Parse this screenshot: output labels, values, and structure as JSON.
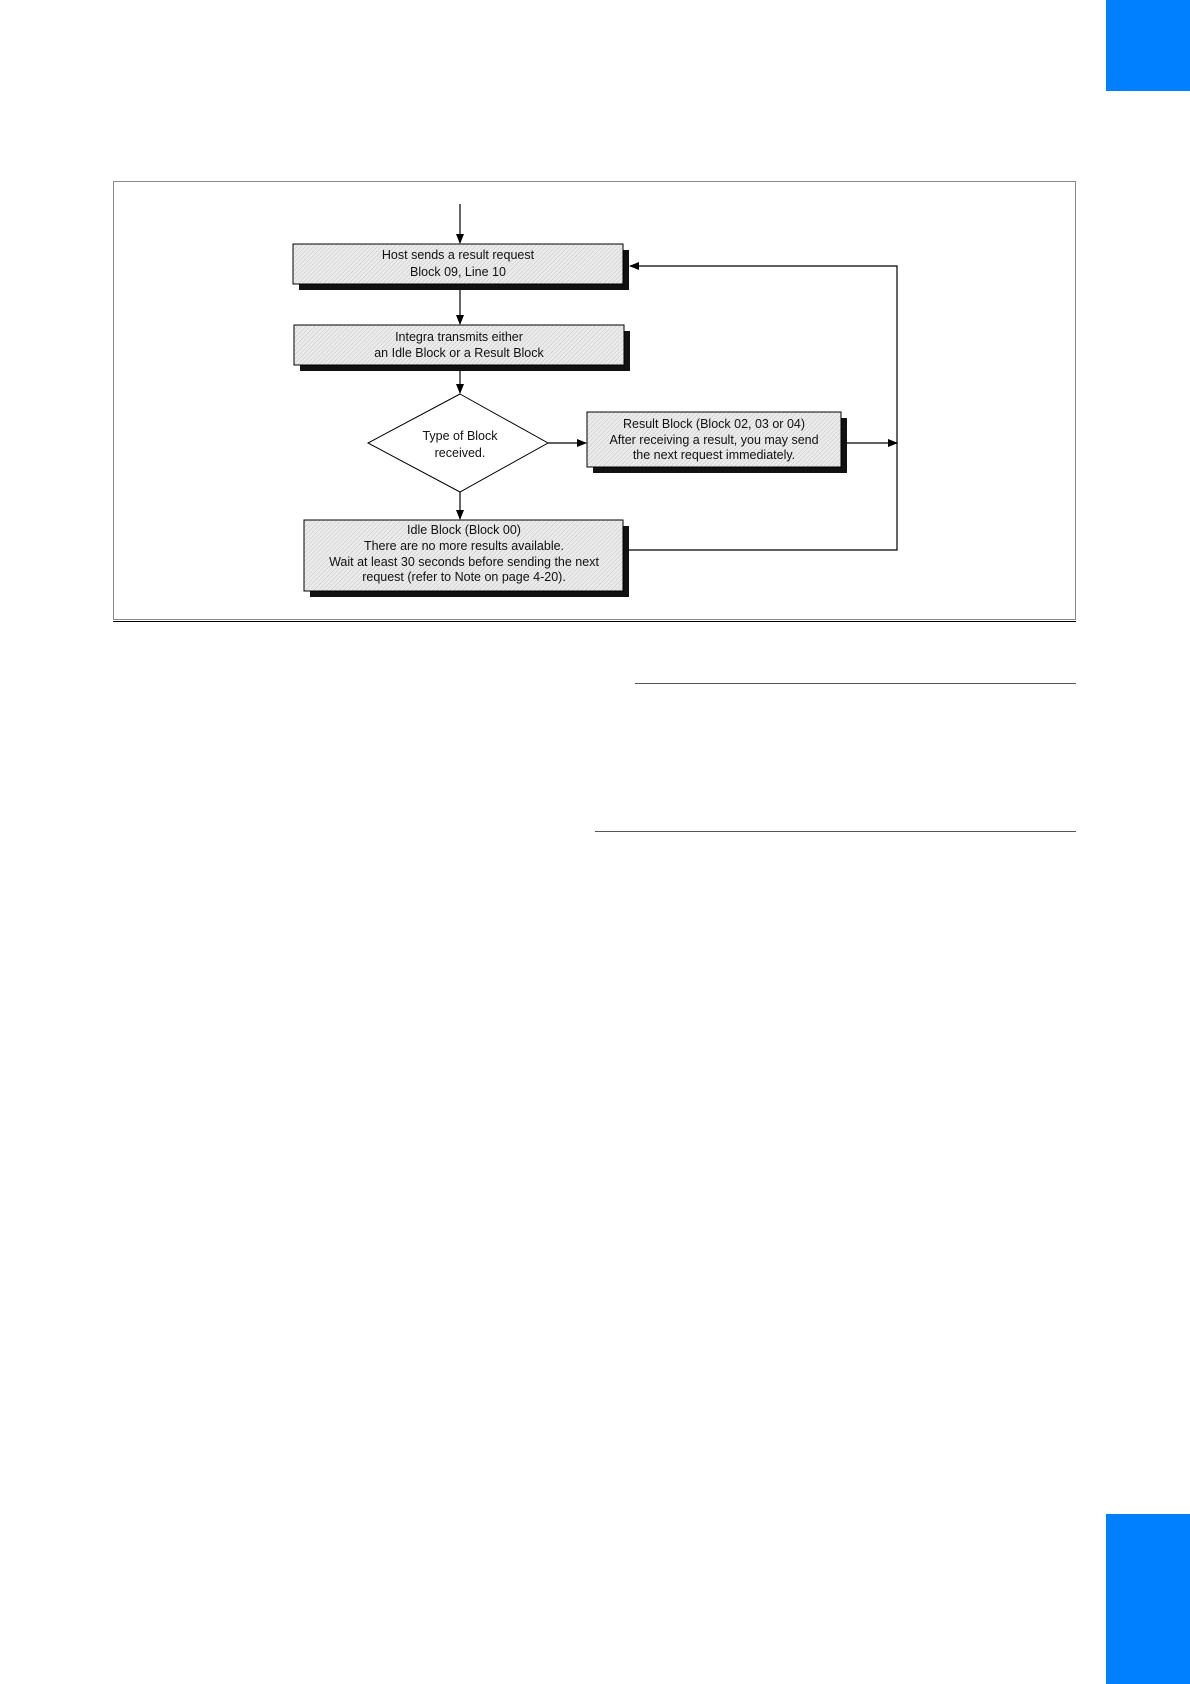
{
  "colors": {
    "tab": "#0080FF",
    "box_fill": "#e6e6e6",
    "shadow": "#111111",
    "line": "#000000",
    "frame": "#8a8a8a"
  },
  "flowchart": {
    "host_request": {
      "line1": "Host sends a result request",
      "line2": "Block 09, Line 10"
    },
    "integra_transmits": {
      "line1": "Integra transmits either",
      "line2": "an Idle Block or a Result Block"
    },
    "decision": {
      "line1": "Type of Block",
      "line2": "received."
    },
    "result_block": {
      "line1": "Result Block (Block 02, 03 or 04)",
      "line2": "After receiving a result, you may send",
      "line3": "the next request immediately."
    },
    "idle_block": {
      "line1": "Idle Block (Block 00)",
      "line2": "There are no more results available.",
      "line3": "Wait at least 30 seconds before sending the next",
      "line4": "request (refer to Note on page 4-20)."
    }
  }
}
